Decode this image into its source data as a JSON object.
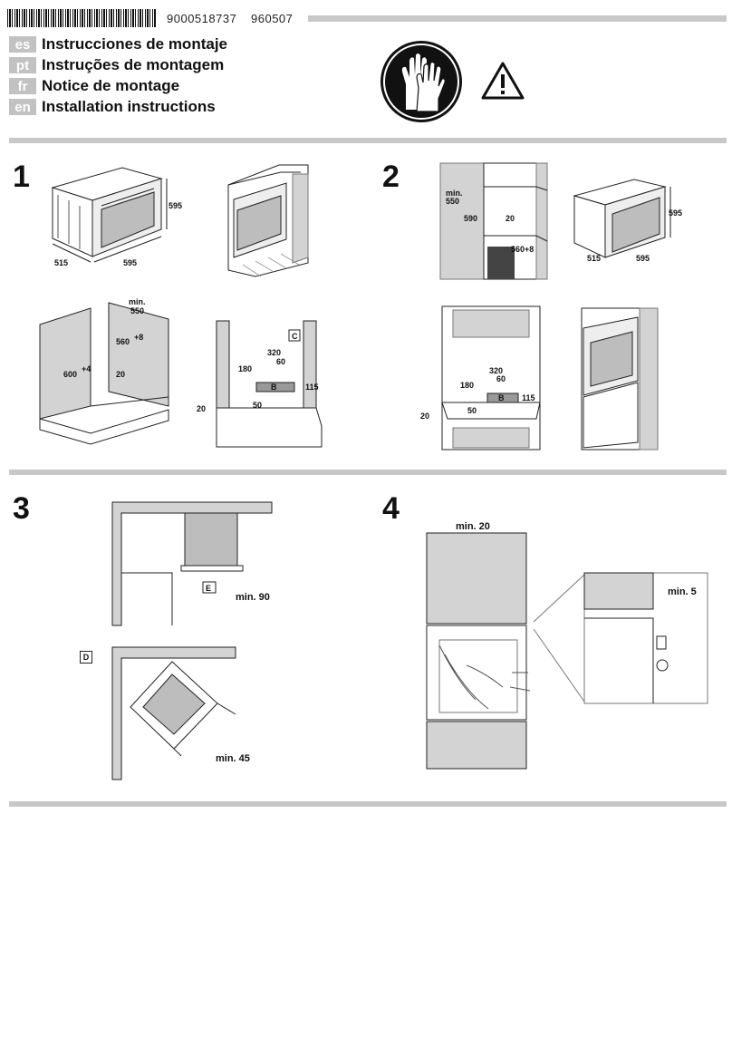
{
  "header": {
    "barcode_label": "9000518737",
    "doc_code": "960507",
    "languages": [
      {
        "code": "es",
        "title": "Instrucciones de montaje"
      },
      {
        "code": "pt",
        "title": "Instruções de montagem"
      },
      {
        "code": "fr",
        "title": "Notice de montage"
      },
      {
        "code": "en",
        "title": "Installation instructions"
      }
    ]
  },
  "steps": {
    "s1": "1",
    "s2": "2",
    "s3": "3",
    "s4": "4"
  },
  "dims": {
    "d595": "595",
    "d515": "515",
    "d595b": "595",
    "min": "min.",
    "d550": "550",
    "d560": "560",
    "p8": "+8",
    "d600": "600",
    "p4": "+4",
    "d20": "20",
    "d320": "320",
    "d60": "60",
    "d180": "180",
    "d115": "115",
    "d50": "50",
    "c": "C",
    "b": "B",
    "d590": "590",
    "d560p8": "560+8",
    "min90": "min. 90",
    "e": "E",
    "d": "D",
    "min45": "min. 45",
    "min20": "min. 20",
    "min5": "min. 5"
  },
  "colors": {
    "rule": "#c8c8c8",
    "tag": "#c2c2c2",
    "panel": "#d3d3d3",
    "line": "#222222"
  }
}
